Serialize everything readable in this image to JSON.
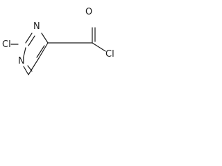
{
  "molecule": {
    "atoms": {
      "chlorine_ring": "Cl",
      "nitrogen_1": "N",
      "nitrogen_3": "N",
      "oxygen": "O",
      "chlorine_acyl": "Cl"
    }
  }
}
